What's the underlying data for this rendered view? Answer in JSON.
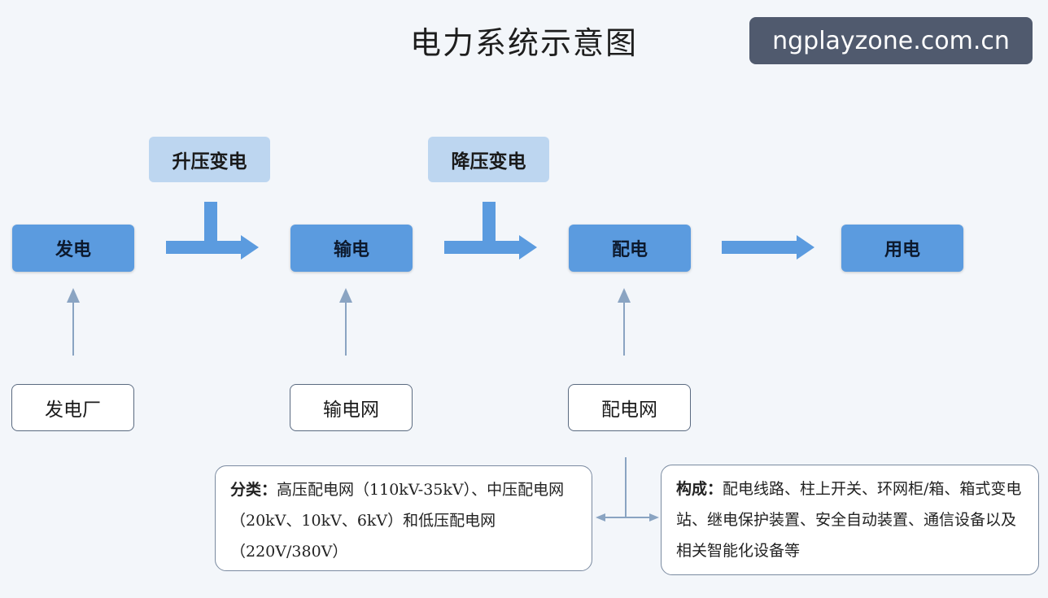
{
  "title": "电力系统示意图",
  "watermark": "ngplayzone.com.cn",
  "stages": {
    "generation": "发电",
    "transmission": "输电",
    "distribution": "配电",
    "consumption": "用电"
  },
  "transforms": {
    "step_up": "升压变电",
    "step_down": "降压变电"
  },
  "sources": {
    "power_plant": "发电厂",
    "transmission_grid": "输电网",
    "distribution_grid": "配电网"
  },
  "notes": {
    "classification_label": "分类：",
    "classification_text": "高压配电网（110kV-35kV）、中压配电网（20kV、10kV、6kV）和低压配电网（220V/380V）",
    "composition_label": "构成：",
    "composition_text": "配电线路、柱上开关、环网柜/箱、箱式变电站、继电保护装置、安全自动装置、通信设备以及相关智能化设备等"
  },
  "colors": {
    "stage_fill": "#5b9bdf",
    "transform_fill": "#bdd6f0",
    "arrow_fill": "#5b9bdf",
    "thin_arrow": "#8aa4c2",
    "background": "#f3f6fa"
  }
}
